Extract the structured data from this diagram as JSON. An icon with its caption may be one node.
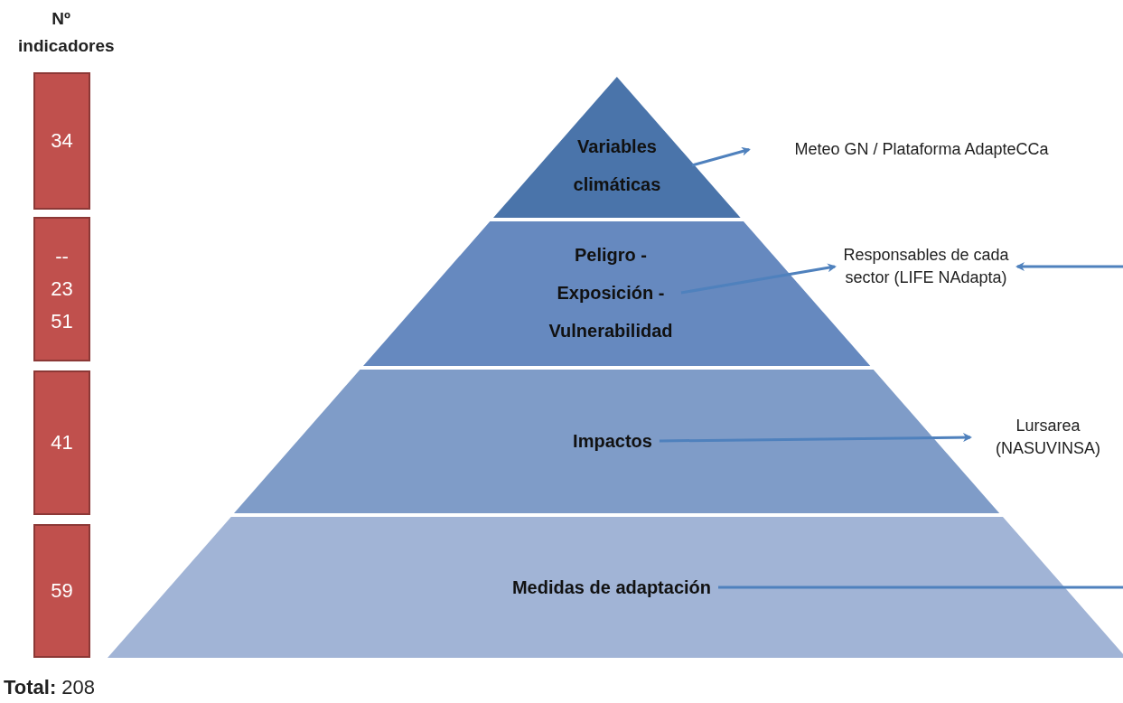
{
  "diagram": {
    "nodes": [
      {
        "text": [
          "34"
        ]
      },
      {
        "text": [
          "--",
          "23",
          "51"
        ]
      },
      {
        "text": [
          "41"
        ]
      },
      {
        "text": [
          "59"
        ]
      },
      {
        "text": [
          "Variables climáticas"
        ]
      },
      {
        "text": [
          "Peligro - Exposición - Vulnerabilidad"
        ]
      },
      {
        "text": [
          "Impactos"
        ]
      },
      {
        "text": [
          "Medidas de adaptación"
        ]
      },
      {
        "text": [
          "Meteo GN / Plataforma AdapteCCa"
        ]
      },
      {
        "text": [
          "Responsables de cada sector (LIFE NAdapta)"
        ]
      },
      {
        "text": [
          "Lursarea (NASUVINSA)"
        ]
      }
    ],
    "edges": [
      {
        "from": 4,
        "to": 8,
        "arrow": "to"
      },
      {
        "from": 5,
        "to": 9,
        "arrow": "to"
      },
      {
        "from": null,
        "to": 9,
        "arrow": "to"
      },
      {
        "from": 6,
        "to": 10,
        "arrow": "to"
      },
      {
        "from": 7,
        "to": null,
        "arrow": "none"
      }
    ],
    "labels": [
      "Nº indicadores",
      "**Total:** 208"
    ]
  }
}
